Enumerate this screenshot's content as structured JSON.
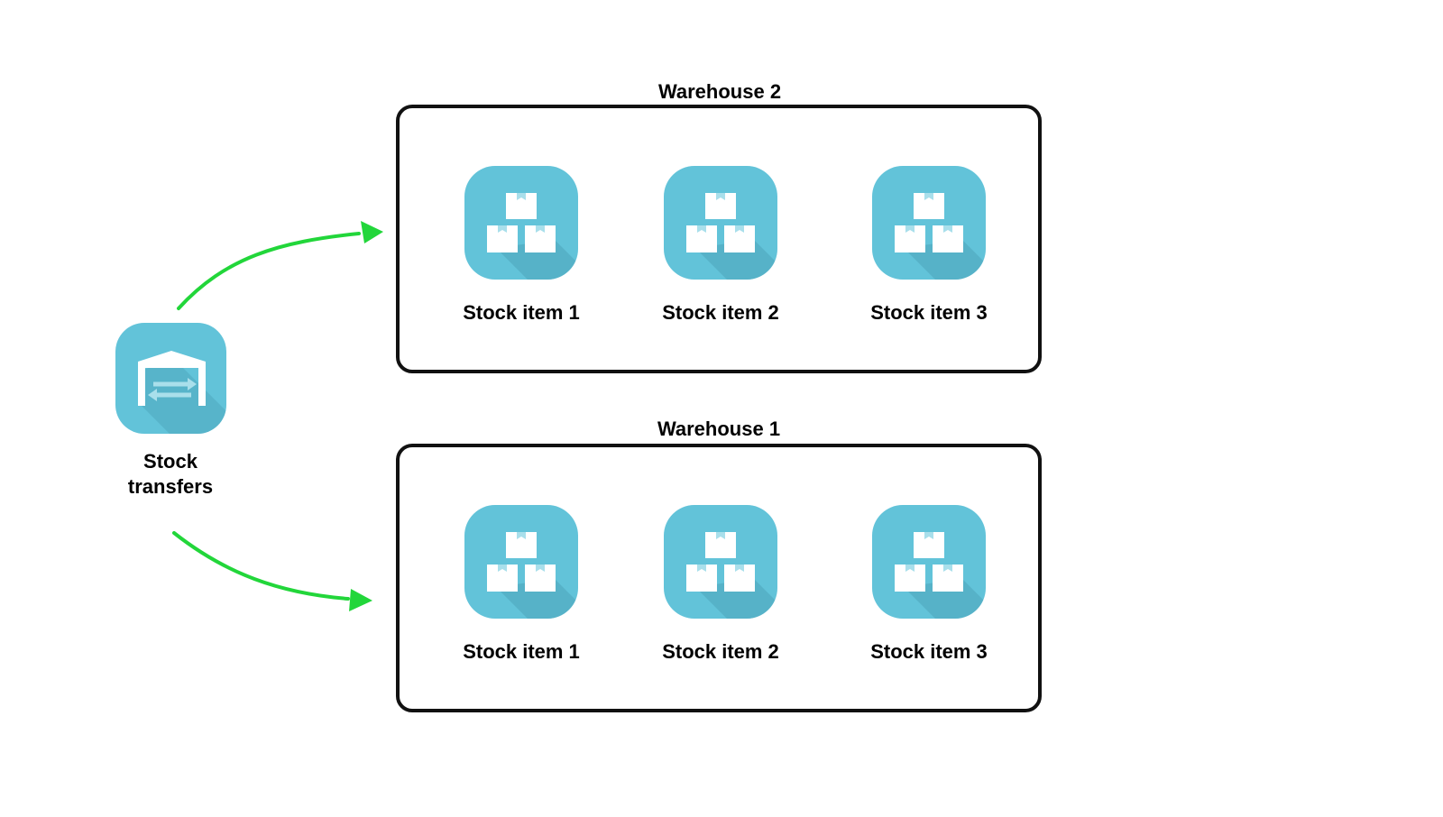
{
  "source": {
    "label_line1": "Stock",
    "label_line2": "transfers",
    "icon": "warehouse-transfer-icon"
  },
  "warehouses": [
    {
      "title": "Warehouse 2",
      "items": [
        {
          "label": "Stock item 1",
          "icon": "boxes-icon"
        },
        {
          "label": "Stock item 2",
          "icon": "boxes-icon"
        },
        {
          "label": "Stock item 3",
          "icon": "boxes-icon"
        }
      ]
    },
    {
      "title": "Warehouse 1",
      "items": [
        {
          "label": "Stock item 1",
          "icon": "boxes-icon"
        },
        {
          "label": "Stock item 2",
          "icon": "boxes-icon"
        },
        {
          "label": "Stock item 3",
          "icon": "boxes-icon"
        }
      ]
    }
  ],
  "colors": {
    "icon_tile": "#62c3d9",
    "icon_shadow": "#4fa7bd",
    "arrow": "#22d63a",
    "border": "#111111"
  }
}
